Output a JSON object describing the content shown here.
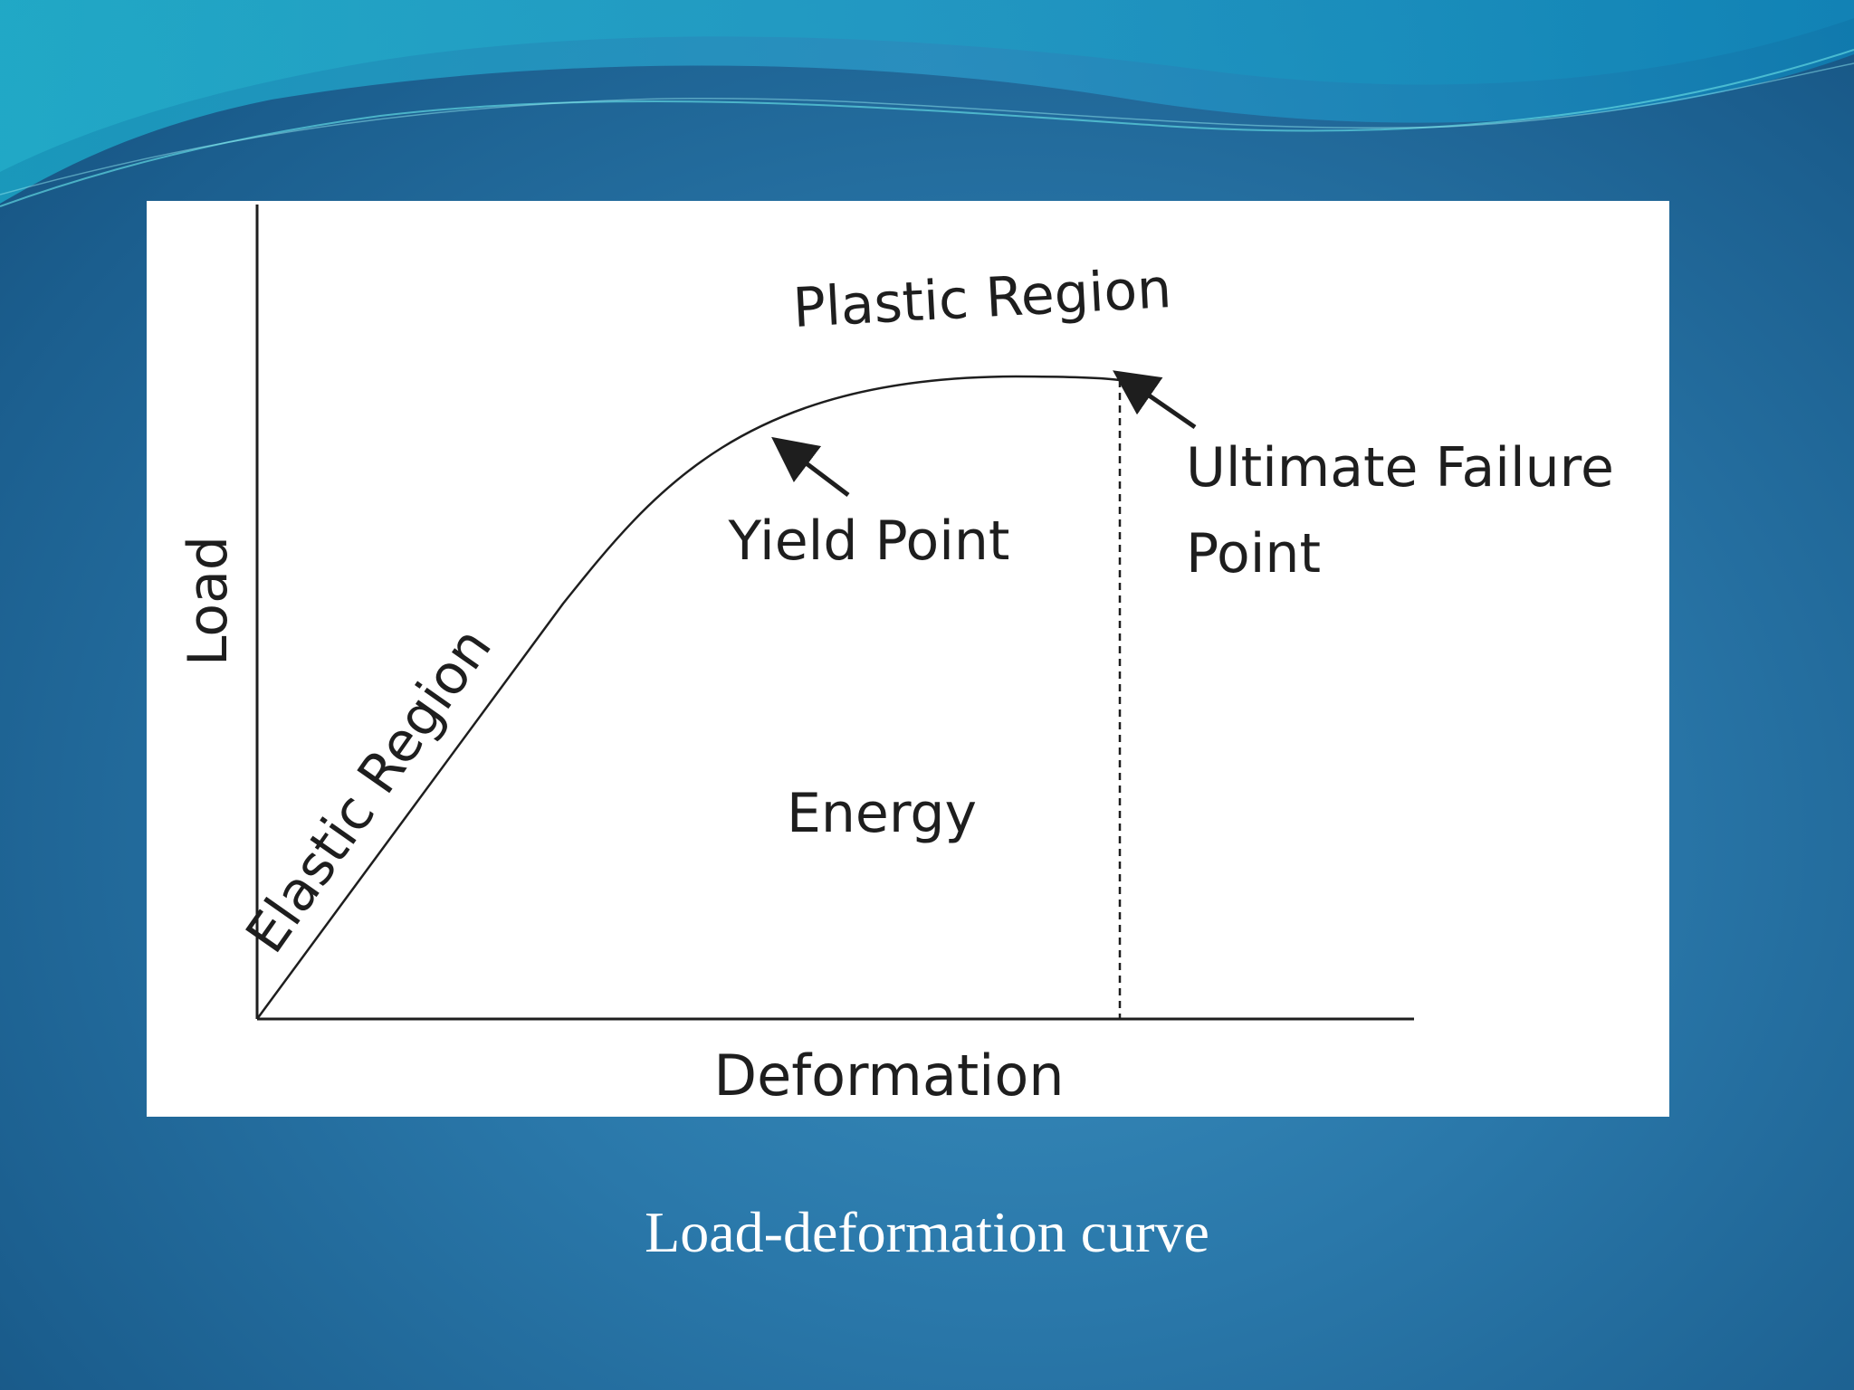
{
  "slide": {
    "caption": "Load-deformation curve"
  },
  "diagram": {
    "x_axis_label": "Deformation",
    "y_axis_label": "Load",
    "labels": {
      "elastic_region": "Elastic Region",
      "plastic_region": "Plastic Region",
      "yield_point": "Yield Point",
      "ultimate_failure_line1": "Ultimate Failure",
      "ultimate_failure_line2": "Point",
      "energy": "Energy"
    }
  },
  "colors": {
    "background": "#2a78aa",
    "panel": "#ffffff",
    "ink": "#1e1e1e",
    "caption": "#ffffff"
  }
}
